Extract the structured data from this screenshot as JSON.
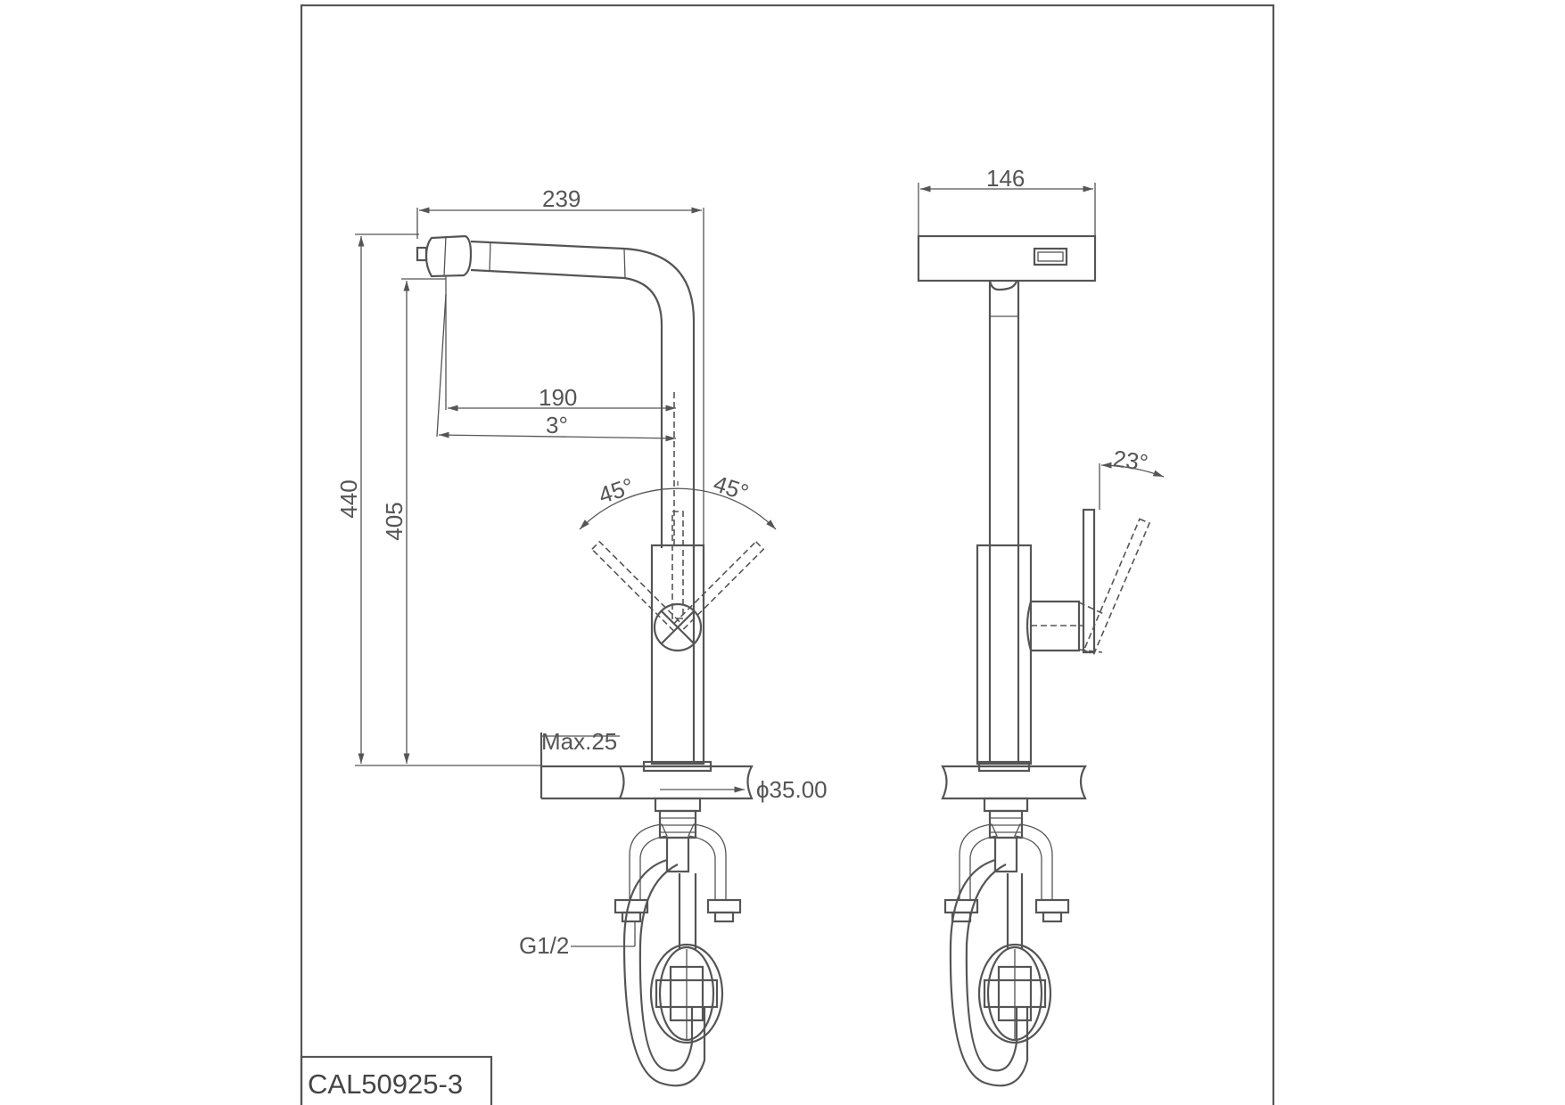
{
  "drawing": {
    "model_code": "CAL50925-3",
    "dimensions": {
      "spout_reach_total": "239",
      "spout_reach": "190",
      "spout_angle": "3°",
      "total_height": "440",
      "outlet_height": "405",
      "handle_left_angle": "45°",
      "handle_right_angle": "45°",
      "side_width": "146",
      "side_handle_angle": "23°",
      "max_deck_thickness": "Max.25",
      "hole_diameter": "ϕ35.00",
      "thread": "G1/2"
    },
    "colors": {
      "line": "#555555",
      "background": "#ffffff"
    }
  }
}
